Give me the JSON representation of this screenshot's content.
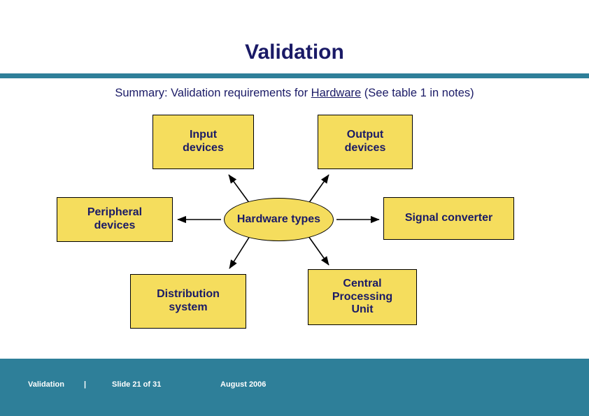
{
  "slide": {
    "title": "Validation",
    "subtitle_prefix": "Summary: Validation requirements for ",
    "subtitle_underlined": "Hardware",
    "subtitle_suffix": " (See table 1 in notes)",
    "accent_color": "#2e7f99",
    "box_fill_color": "#f5dd5d",
    "text_color": "#1a1a66"
  },
  "diagram": {
    "center": {
      "label": "Hardware types",
      "shape": "ellipse"
    },
    "nodes": [
      {
        "id": "input-devices",
        "line1": "Input",
        "line2": "devices"
      },
      {
        "id": "output-devices",
        "line1": "Output",
        "line2": "devices"
      },
      {
        "id": "peripheral-devices",
        "line1": "Peripheral",
        "line2": "devices"
      },
      {
        "id": "signal-converter",
        "line1": "Signal converter",
        "line2": ""
      },
      {
        "id": "distribution-system",
        "line1": "Distribution",
        "line2": "system"
      },
      {
        "id": "central-processing-unit",
        "line1": "Central",
        "line2": "Processing",
        "line3": "Unit"
      }
    ]
  },
  "footer": {
    "label": "Validation",
    "separator": "|",
    "slide_number": "Slide 21  of 31",
    "date": "August 2006"
  }
}
